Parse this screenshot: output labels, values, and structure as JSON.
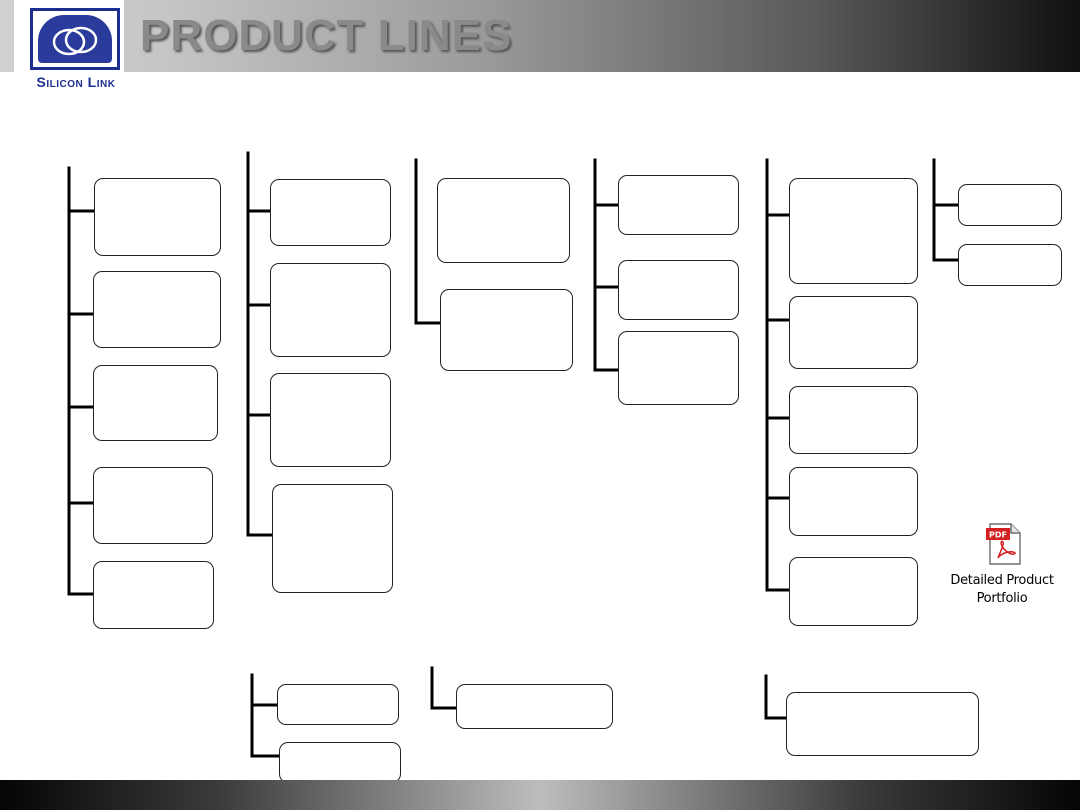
{
  "header": {
    "title": "PRODUCT LINES"
  },
  "logo": {
    "text": "Silicon Link"
  },
  "pdf_link": {
    "label_line1": "Detailed Product",
    "label_line2": "Portfolio",
    "icon": "pdf-document-icon",
    "icon_text": "PDF"
  },
  "colors": {
    "logo_blue": "#1c2f8f",
    "pdf_red": "#d42020"
  }
}
